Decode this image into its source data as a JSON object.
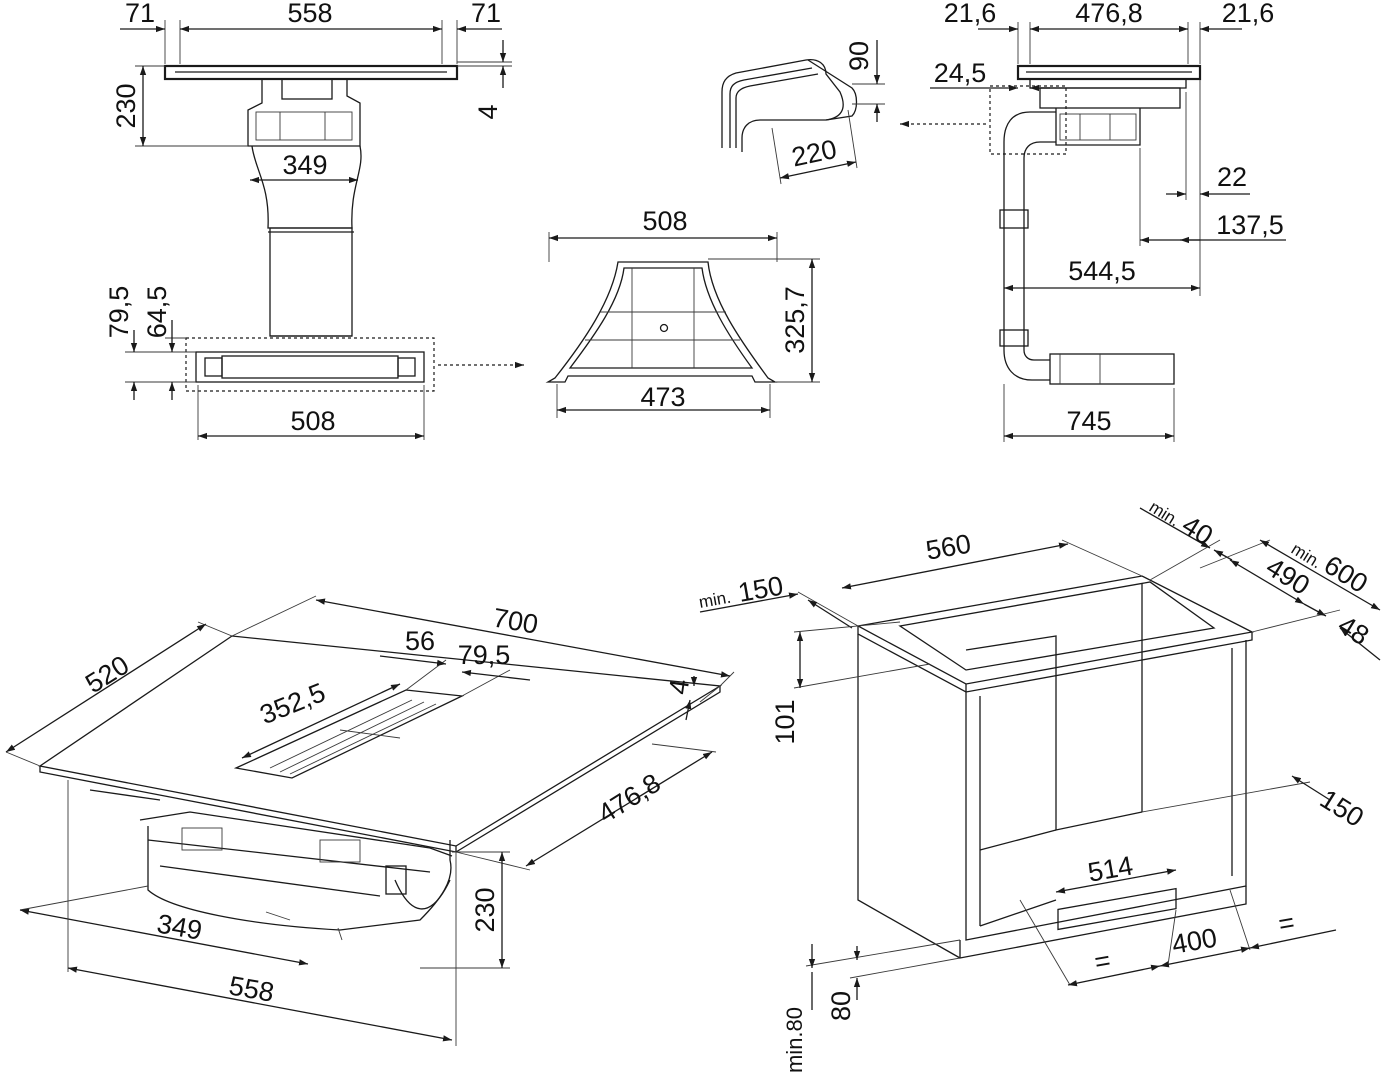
{
  "top_left_view": {
    "dim_left_margin": "71",
    "dim_width": "558",
    "dim_right_margin": "71",
    "dim_height": "230",
    "dim_glass": "4",
    "dim_duct": "349",
    "dim_a": "79,5",
    "dim_b": "64,5",
    "dim_base": "508"
  },
  "diffuser_view": {
    "dim_top": "508",
    "dim_bottom": "473",
    "dim_height": "325,7"
  },
  "elbow_view": {
    "dim_height": "90",
    "dim_width": "220"
  },
  "side_view": {
    "dim_left": "21,6",
    "dim_center": "476,8",
    "dim_right": "21,6",
    "dim_offset": "24,5",
    "dim_22": "22",
    "dim_137": "137,5",
    "dim_544": "544,5",
    "dim_745": "745"
  },
  "hob_iso": {
    "dim_depth": "520",
    "dim_width": "700",
    "dim_56": "56",
    "dim_79": "79,5",
    "dim_352": "352,5",
    "dim_glass": "4",
    "dim_476": "476,8",
    "dim_349": "349",
    "dim_230": "230",
    "dim_558": "558"
  },
  "cabinet_iso": {
    "dim_560": "560",
    "dim_min150_prefix": "min.",
    "dim_min150": "150",
    "dim_min40_prefix": "min.",
    "dim_min40": "40",
    "dim_min600_prefix": "min.",
    "dim_min600": "600",
    "dim_490": "490",
    "dim_48": "48",
    "dim_101": "101",
    "dim_150": "150",
    "dim_514": "514",
    "dim_eq_left": "=",
    "dim_400": "400",
    "dim_eq_right": "=",
    "dim_80": "80",
    "dim_min80": "min.80"
  }
}
